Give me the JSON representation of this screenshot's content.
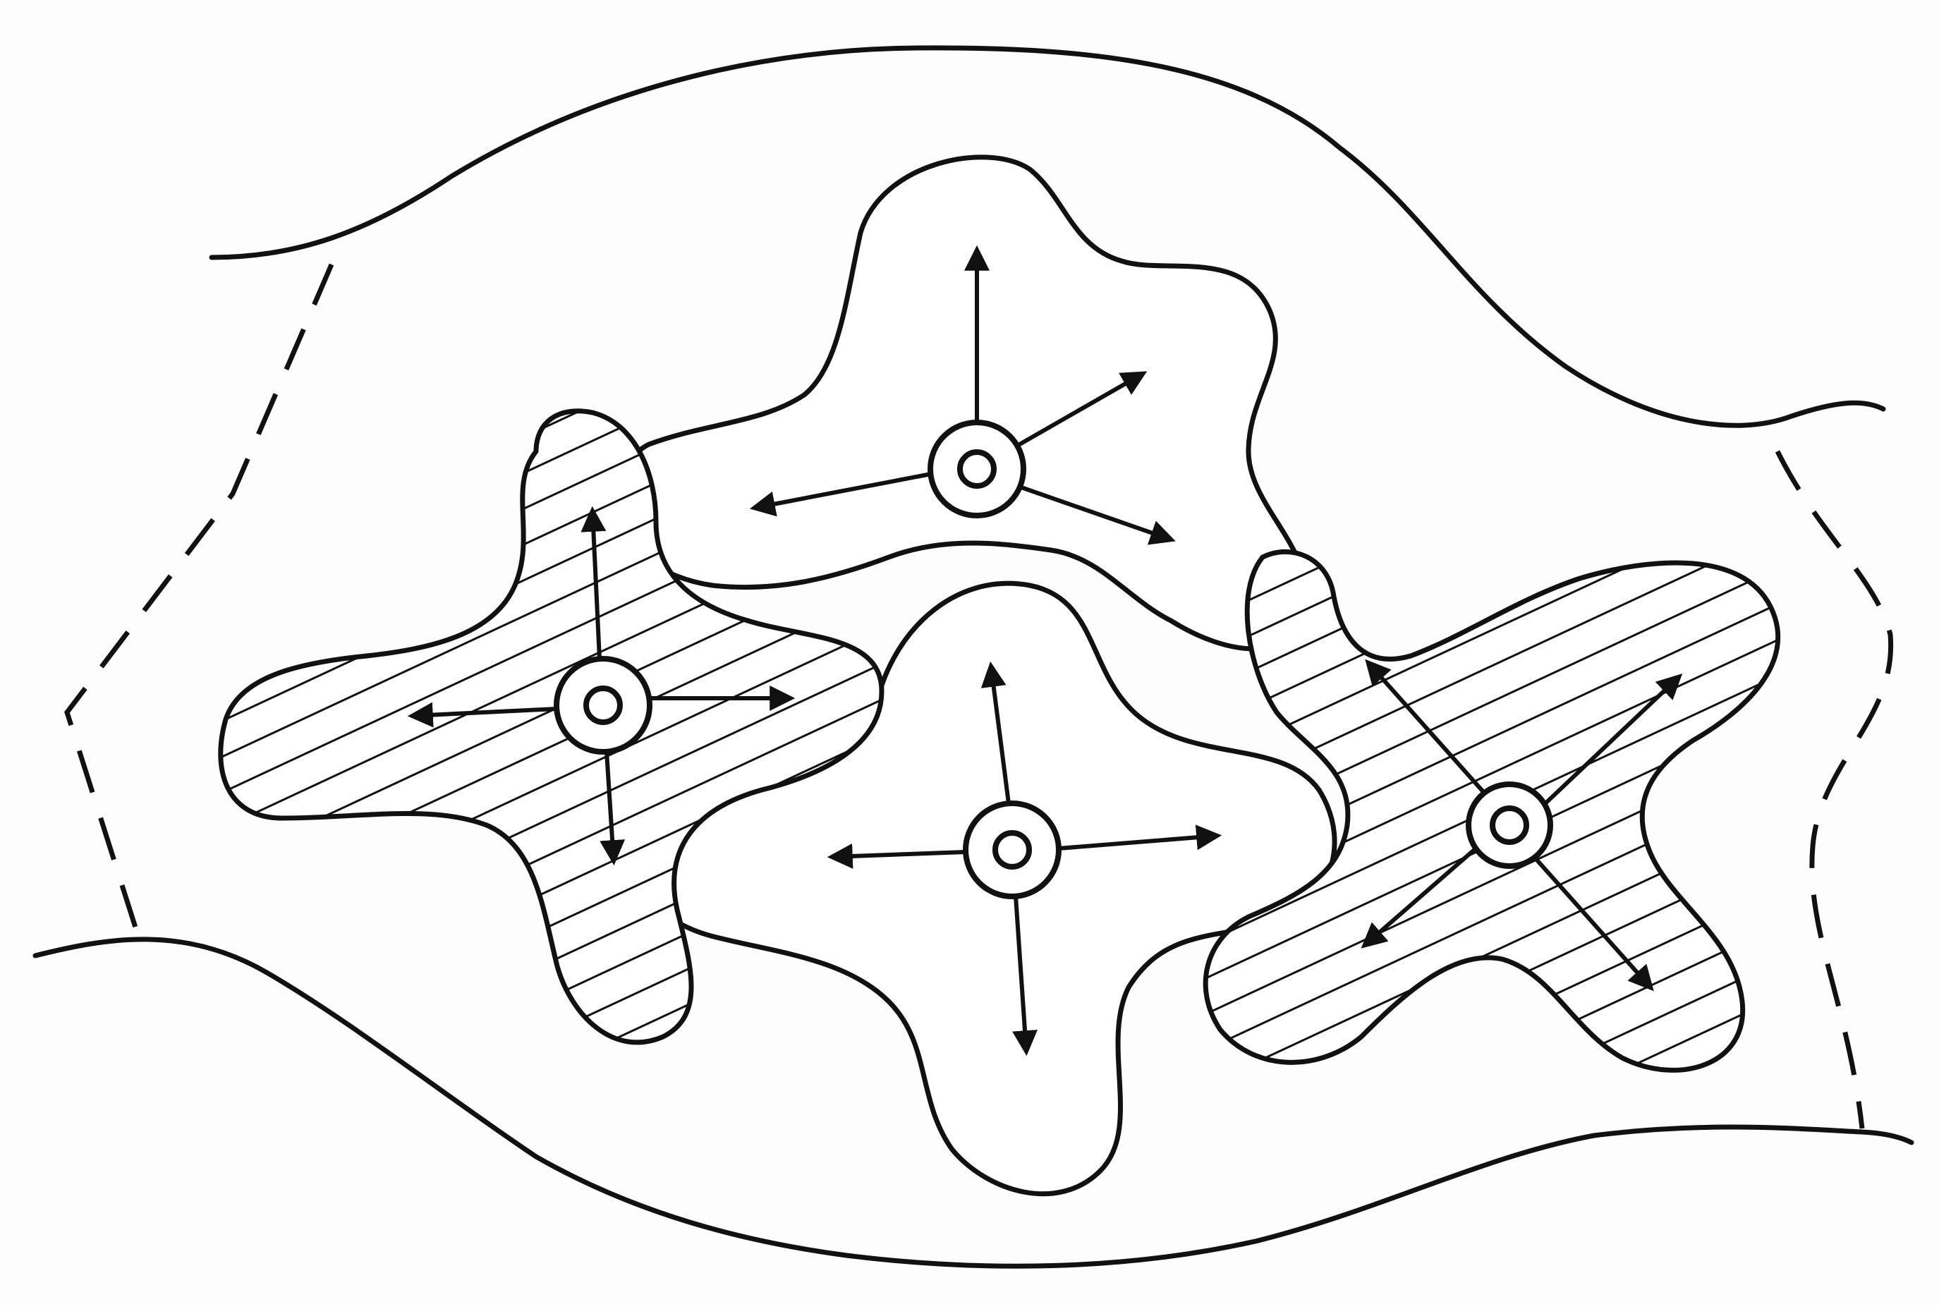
{
  "figure": {
    "description_free": true,
    "colors": {
      "ink": "#111111",
      "paper": "#fdfdfd",
      "hatch": "#111111"
    },
    "regions": [
      {
        "name": "outer-region",
        "style": "open-boundary-with-dashed-ends"
      },
      {
        "name": "plain-blob-top",
        "fill": "none",
        "arrows": 4
      },
      {
        "name": "plain-blob-center",
        "fill": "none",
        "arrows": 4
      },
      {
        "name": "hatched-blob-left",
        "fill": "hatched",
        "arrows": 4
      },
      {
        "name": "hatched-blob-right",
        "fill": "hatched",
        "arrows": 4
      }
    ],
    "icons": [
      "center-ring-icon",
      "arrow-icon"
    ]
  }
}
